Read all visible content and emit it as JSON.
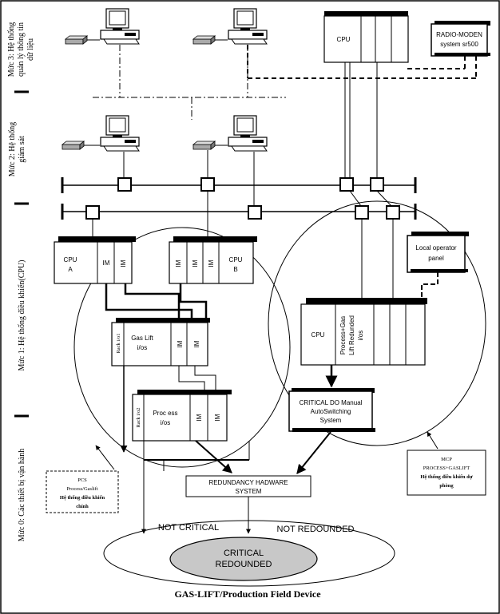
{
  "levels": {
    "level3_line1": "Mức 3: Hệ thống",
    "level3_line2": "quản lý thông tin",
    "level3_line3": "dữ liệu",
    "level2_line1": "Mức 2: Hệ thống",
    "level2_line2": "giám sát",
    "level1": "Mức 1: Hệ thống điều khiển(CPU)",
    "level0": "Mức 0: Các thiết bị vận hành"
  },
  "cpu_top": {
    "label": "CPU"
  },
  "radio_modem": {
    "line1": "RADIO-MODEN",
    "line2": "system sr500"
  },
  "cpu_a": {
    "line1": "CPU",
    "line2": "A",
    "im1": "IM",
    "im2": "IM"
  },
  "cpu_b": {
    "line1": "CPU",
    "line2": "B",
    "im1": "IM",
    "im2": "IM",
    "im3": "IM"
  },
  "rack1": {
    "rack": "Rack i/o1",
    "line1": "Gas Lift",
    "line2": "i/os",
    "im1": "IM",
    "im2": "IM"
  },
  "rack2": {
    "rack": "Rack i/o2",
    "line1": "Proc  ess",
    "line2": "i/os",
    "im1": "IM",
    "im2": "IM"
  },
  "local_panel": {
    "line1": "Local operator",
    "line2": "panel"
  },
  "cpu_right": {
    "cpu": "CPU",
    "line1": "Process+Gas",
    "line2": "Lift Redunded",
    "line3": "i/os"
  },
  "critical_do": {
    "line1": "CRITICAL DO Manual",
    "line2": "AutoSwitching",
    "line3": "System"
  },
  "pcs": {
    "line1": "PCS",
    "line2": "Process/Gaslift",
    "line3": "Hệ thống điều khiển",
    "line4": "chính"
  },
  "mcp": {
    "line1": "MCP",
    "line2": "PROCESS+GASLIFT",
    "line3": "Hệ thống điều khiển dự",
    "line4": "phòng"
  },
  "redundancy": {
    "line1": "REDUNDANCY HADWARE",
    "line2": "SYSTEM"
  },
  "field": {
    "not_critical": "NOT CRITICAL",
    "not_redounded": "NOT REDOUNDED",
    "critical_line1": "CRITICAL",
    "critical_line2": "REDOUNDED"
  },
  "caption": "GAS-LIFT/Production Field Device"
}
